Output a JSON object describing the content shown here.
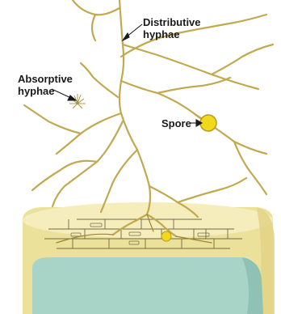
{
  "labels": {
    "distributive": [
      "Distributive",
      "hyphae"
    ],
    "absorptive": [
      "Absorptive",
      "hyphae"
    ],
    "spore": "Spore"
  },
  "colors": {
    "hypha": "#c2a94f",
    "hypha_dark": "#9c8531",
    "spore_fill": "#f2d81a",
    "substrate_top": "#f3eab0",
    "substrate_body": "#ece19a",
    "inner_tissue": "#a8d4c8",
    "cell_line": "#6f6a4a",
    "text": "#1a1a1a"
  }
}
